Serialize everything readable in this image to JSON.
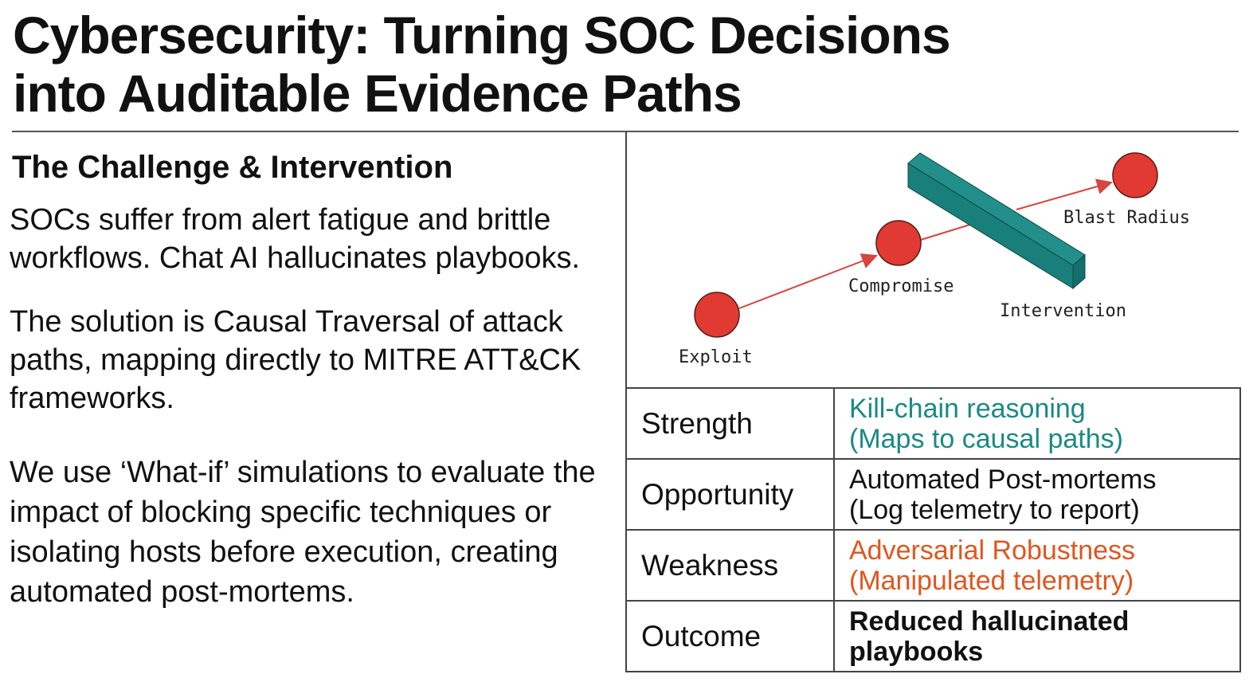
{
  "title": [
    "Cybersecurity: Turning SOC Decisions",
    "into Auditable Evidence Paths"
  ],
  "left": {
    "heading": "The Challenge & Intervention",
    "paragraphs": [
      "SOCs suffer from alert fatigue and brittle workflows. Chat AI hallucinates playbooks.",
      "The solution is Causal Traversal of attack paths, mapping directly to MITRE ATT&CK frameworks.",
      "We use ‘What-if’ simulations to evaluate the impact of blocking specific techniques or isolating hosts before execution, creating automated post-mortems."
    ]
  },
  "diagram": {
    "nodes": [
      "Exploit",
      "Compromise",
      "Blast Radius"
    ],
    "barrier": "Intervention",
    "colors": {
      "node": "#e03a33",
      "arrow": "#d9443c",
      "barrier": "#1a8a86"
    }
  },
  "table": [
    {
      "label": "Strength",
      "lines": [
        "Kill-chain reasoning",
        "(Maps to causal paths)"
      ],
      "color": "#1a8a86"
    },
    {
      "label": "Opportunity",
      "lines": [
        "Automated Post-mortems",
        "(Log telemetry to report)"
      ],
      "color": "#111111"
    },
    {
      "label": "Weakness",
      "lines": [
        "Adversarial Robustness",
        "(Manipulated telemetry)"
      ],
      "color": "#e0561e"
    },
    {
      "label": "Outcome",
      "lines": [
        "Reduced hallucinated",
        "playbooks"
      ],
      "color": "#111111",
      "bold": true
    }
  ]
}
